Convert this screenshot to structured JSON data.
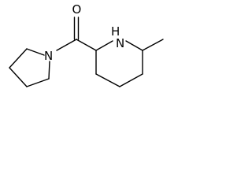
{
  "molecule": {
    "atom_labels": {
      "oxygen": "O",
      "ring_nitrogen": "N",
      "piperidine_nitrogen": "N",
      "piperidine_hydrogen": "H"
    },
    "colors": {
      "bond": "#000000",
      "label": "#000000",
      "background": "#ffffff"
    }
  }
}
